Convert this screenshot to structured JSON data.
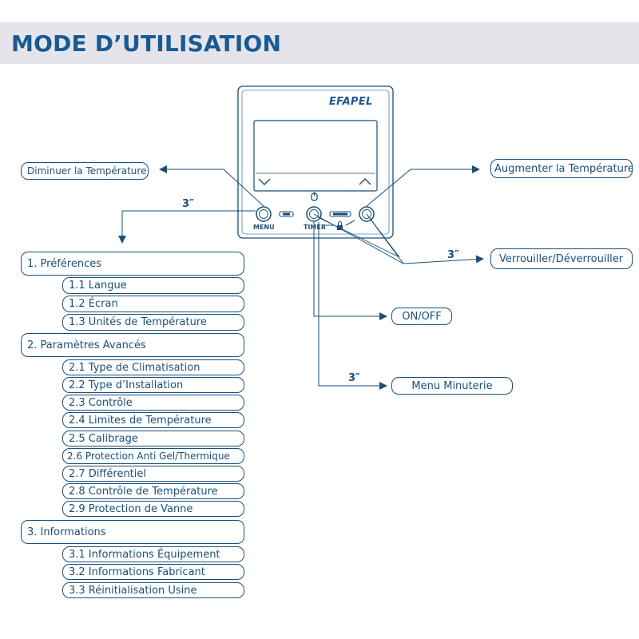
{
  "header": {
    "title": "MODE D’UTILISATION"
  },
  "device": {
    "brand": "EFAPEL",
    "menu_label": "MENU",
    "timer_label": "TIMER"
  },
  "callouts": {
    "decrease": "Diminuer la Température",
    "increase": "Augmenter la Température",
    "lock": "Verrouiller/Déverrouiller",
    "onoff": "ON/OFF",
    "timer_menu": "Menu Minuterie",
    "hold_menu": "3″",
    "hold_lock": "3″",
    "hold_timer": "3″"
  },
  "menu": [
    {
      "label": "1. Préférences",
      "items": [
        "1.1 Langue",
        "1.2 Écran",
        "1.3 Unités de Température"
      ]
    },
    {
      "label": "2. Paramètres Avancés",
      "items": [
        "2.1 Type de Climatisation",
        "2.2 Type d’Installation",
        "2.3 Contrôle",
        "2.4 Limites de Température",
        "2.5 Calibrage",
        "2.6 Protection Anti Gel/Thermique",
        "2.7 Différentiel",
        "2.8 Contrôle de Température",
        "2.9 Protection de Vanne"
      ]
    },
    {
      "label": "3. Informations",
      "items": [
        "3.1 Informations Équipement",
        "3.2 Informations Fabricant",
        "3.3 Réinitialisation Usine"
      ]
    }
  ],
  "colors": {
    "accent": "#1a5a92",
    "line": "#1a4f7a",
    "header_bg": "#e4e4ea"
  }
}
